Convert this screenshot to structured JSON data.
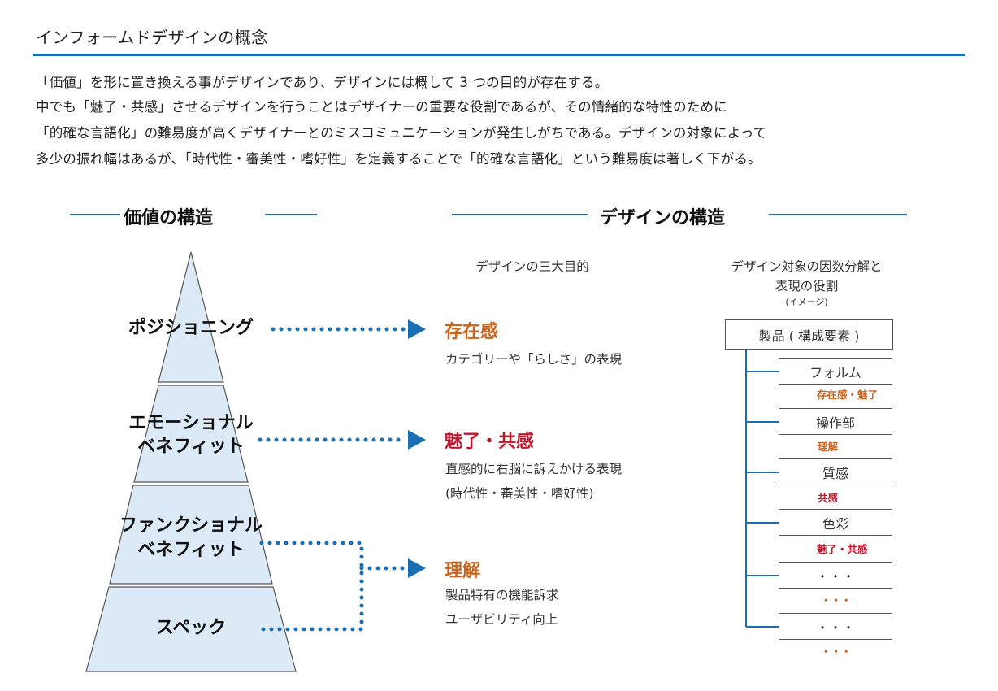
{
  "header": {
    "title": "インフォームドデザインの概念"
  },
  "intro": {
    "lines": [
      "「価値」を形に置き換える事がデザインであり、デザインには概して 3 つの目的が存在する。",
      "中でも「魅了・共感」させるデザインを行うことはデザイナーの重要な役割であるが、その情緒的な特性のために",
      "「的確な言語化」の難易度が高くデザイナーとのミスコミュニケーションが発生しがちである。デザインの対象によって",
      "多少の振れ幅はあるが、「時代性・審美性・嗜好性」を定義することで「的確な言語化」という難易度は著しく下がる。"
    ]
  },
  "value_structure": {
    "heading": "価値の構造",
    "tiers": [
      {
        "label": "ポジショニング"
      },
      {
        "label_lines": [
          "エモーショナル",
          "ベネフィット"
        ]
      },
      {
        "label_lines": [
          "ファンクショナル",
          "ベネフィット"
        ]
      },
      {
        "label": "スペック"
      }
    ]
  },
  "design_structure": {
    "heading": "デザインの構造",
    "purpose_heading": "デザインの三大目的",
    "decomp_heading_lines": [
      "デザイン対象の因数分解と",
      "表現の役割"
    ],
    "decomp_note": "(イメージ)",
    "goals": [
      {
        "title": "存在感",
        "color": "#c8641e",
        "desc": [
          "カテゴリーや「らしさ」の表現"
        ]
      },
      {
        "title": "魅了・共感",
        "color": "#c0162c",
        "desc": [
          "直感的に右脳に訴えかける表現",
          "(時代性・審美性・嗜好性)"
        ]
      },
      {
        "title": "理解",
        "color": "#c8641e",
        "desc": [
          "製品特有の機能訴求",
          "ユーザビリティ向上"
        ]
      }
    ],
    "tree": {
      "root": "製品 ( 構成要素 )",
      "children": [
        {
          "label": "フォルム",
          "role": "存在感・魅了",
          "role_color": "#c8641e"
        },
        {
          "label": "操作部",
          "role": "理解",
          "role_color": "#c8641e"
        },
        {
          "label": "質感",
          "role": "共感",
          "role_color": "#c0162c"
        },
        {
          "label": "色彩",
          "role": "魅了・共感",
          "role_color": "#c0162c"
        },
        {
          "label": "・・・",
          "role": "・・・",
          "role_color": "#c8641e"
        },
        {
          "label": "・・・",
          "role": "・・・",
          "role_color": "#c8641e"
        }
      ]
    }
  },
  "colors": {
    "accent_blue": "#1a6fb3",
    "pyramid_fill": "#dce9f6",
    "pyramid_stroke": "#555555"
  }
}
